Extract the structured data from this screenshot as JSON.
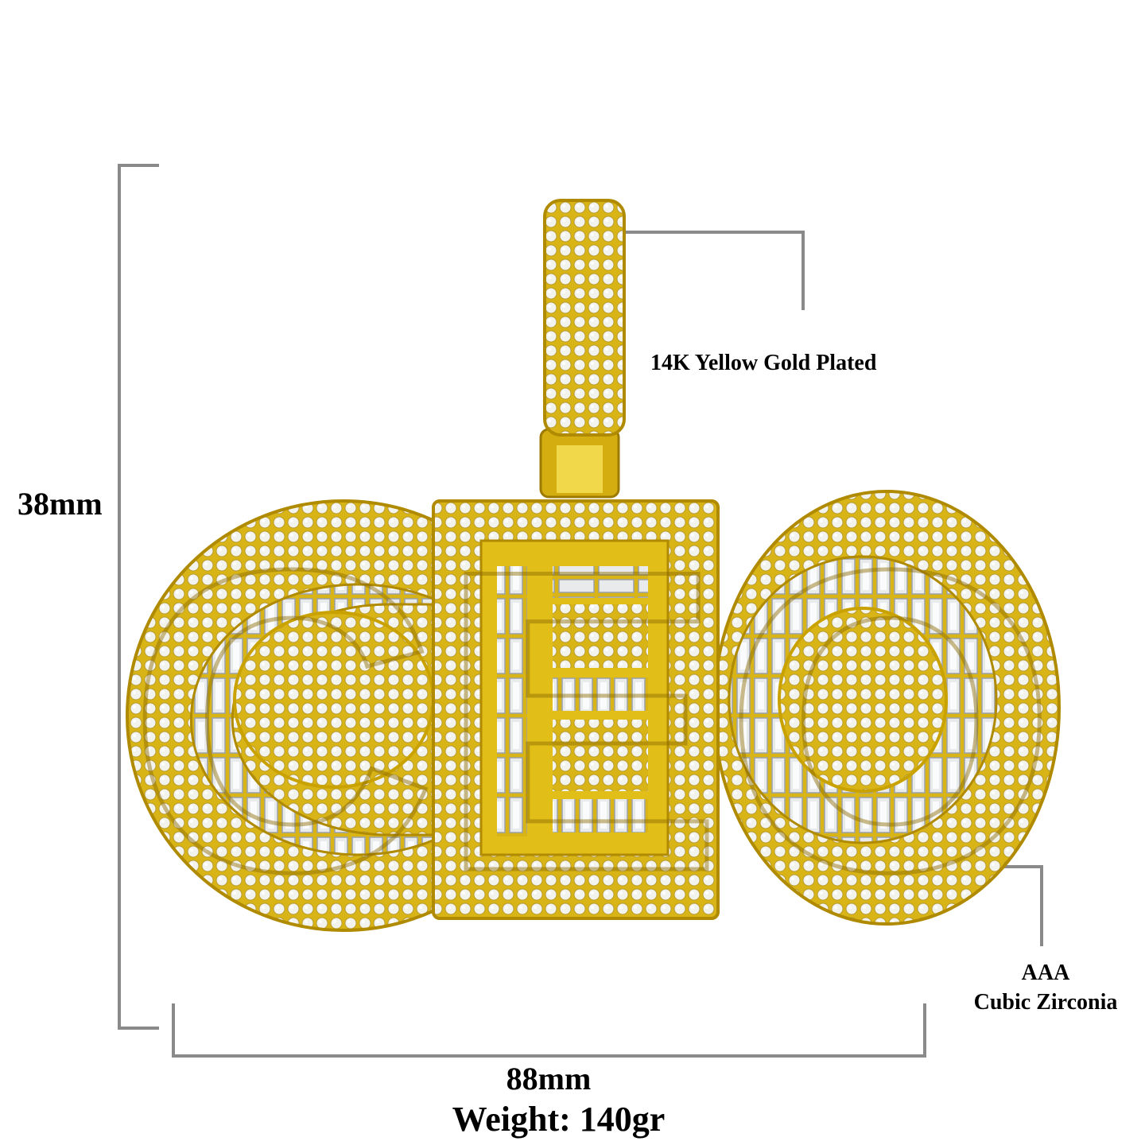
{
  "product": {
    "pendant_letters": "CEO",
    "height_label": "38mm",
    "width_label": "88mm",
    "weight_label": "Weight: 140gr",
    "plating_label": "14K Yellow Gold Plated",
    "stone_grade_label": "AAA",
    "stone_type_label": "Cubic Zirconia"
  },
  "colors": {
    "gold": "#e3c21a",
    "gold_dark": "#b08a00",
    "stone": "#f4f4f0",
    "dimension_line": "#8a8a8a"
  }
}
